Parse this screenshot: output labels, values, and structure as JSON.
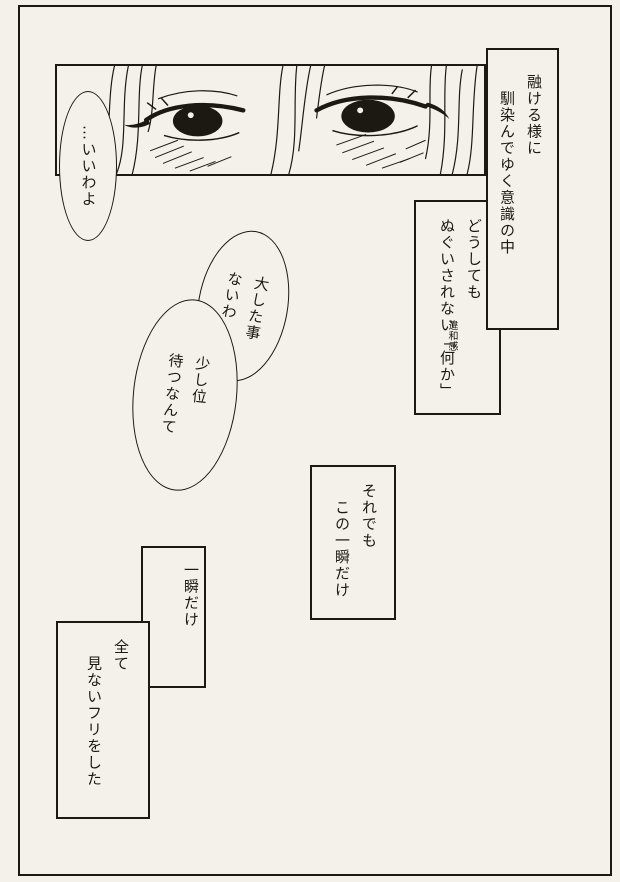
{
  "captions": {
    "melting": "融ける様に\n　馴染んでゆく意識の中",
    "something": "どうしても\nぬぐいされない「何か」",
    "something_gloss": "違和感",
    "even_so": "それでも\n　この一瞬だけ",
    "one_moment": "一瞬だけ",
    "pretended": "全て\n　見ないフリをした"
  },
  "speech": {
    "its_fine": "…いいわよ",
    "no_big_deal": "大した事\nないわ",
    "waiting": "少し位\n待つなんて"
  },
  "colors": {
    "paper": "#f4f1ea",
    "ink": "#1c1812"
  }
}
